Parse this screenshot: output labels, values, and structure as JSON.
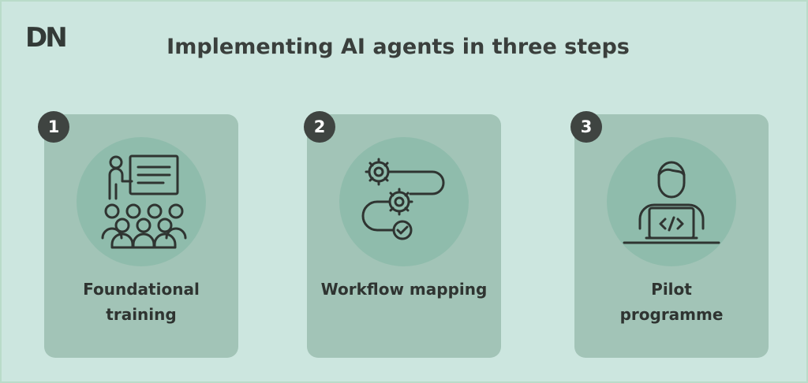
{
  "brand": {
    "logo_text": "DN"
  },
  "header": {
    "title": "Implementing AI agents in three steps"
  },
  "steps": [
    {
      "number": "1",
      "label_line1": "Foundational",
      "label_line2": "training",
      "icon": "classroom-training-icon"
    },
    {
      "number": "2",
      "label_line1": "Workflow mapping",
      "label_line2": "",
      "icon": "workflow-gears-icon"
    },
    {
      "number": "3",
      "label_line1": "Pilot",
      "label_line2": "programme",
      "icon": "developer-laptop-icon"
    }
  ],
  "colors": {
    "background": "#cce6df",
    "card": "#a2c4b7",
    "icon_circle": "#8fbcac",
    "badge": "#3f4441",
    "text": "#2f3431"
  }
}
